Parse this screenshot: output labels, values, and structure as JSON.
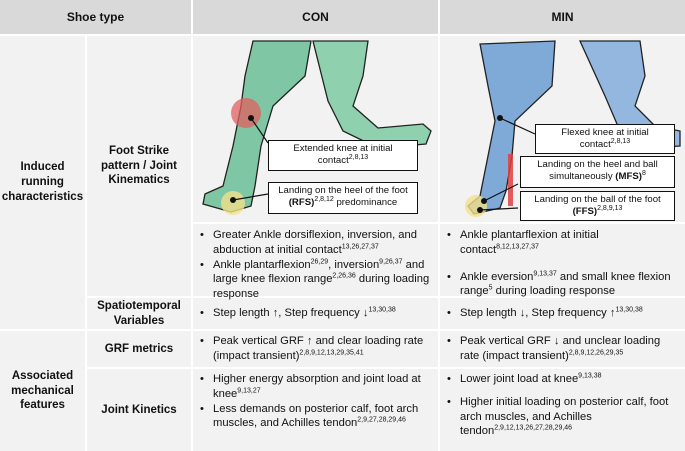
{
  "header": {
    "col1": "Shoe type",
    "col2": "CON",
    "col3": "MIN"
  },
  "sections": {
    "induced": "Induced running characteristics",
    "associated": "Associated mechanical features"
  },
  "rows": {
    "foot_strike": "Foot Strike pattern / Joint Kinematics",
    "spatiotemporal": "Spatiotemporal Variables",
    "grf": "GRF metrics",
    "kinetics": "Joint Kinetics"
  },
  "callouts": {
    "con_knee": {
      "text": "Extended knee at initial contact",
      "refs": "2,8,13"
    },
    "con_heel_a": "Landing on the heel of the foot",
    "con_heel_b": "(RFS)",
    "con_heel_refs": "2,8,12",
    "con_heel_c": " predominance",
    "min_knee": {
      "text": "Flexed knee at initial contact",
      "refs": "2,8,13"
    },
    "min_mfs_a": "Landing on the heel and ball simultaneously",
    "min_mfs_b": "(MFS)",
    "min_mfs_refs": "8",
    "min_ffs_a": "Landing on the ball of the foot",
    "min_ffs_b": "(FFS)",
    "min_ffs_refs": "2,8,9,13"
  },
  "con": {
    "kin1_text": "Greater Ankle dorsiflexion, inversion, and abduction at initial contact",
    "kin1_refs": "13,26,27,37",
    "kin2_a": "Ankle plantarflexion",
    "kin2_r1": "26,29",
    "kin2_b": ", inversion",
    "kin2_r2": "9,26,37",
    "kin2_c": " and large knee flexion range",
    "kin2_r3": "2,26,36",
    "kin2_d": " during loading response",
    "spatio_text": "Step length ↑, Step frequency ↓",
    "spatio_refs": "13,30,38",
    "grf_text": "Peak vertical GRF ↑ and clear loading rate (impact transient)",
    "grf_refs": "2,8,9,12,13,29,35,41",
    "kinetics1_text": "Higher energy absorption and joint load at knee",
    "kinetics1_refs": "9,13,27",
    "kinetics2_text": "Less demands on posterior calf, foot arch muscles, and Achilles tendon",
    "kinetics2_refs": "2,9,27,28,29,46"
  },
  "min": {
    "kin1_text": "Ankle plantarflexion at initial contact",
    "kin1_refs": "8,12,13,27,37",
    "kin2_a": "Ankle eversion",
    "kin2_r1": "9,13,37",
    "kin2_b": " and small knee flexion range",
    "kin2_r2": "5",
    "kin2_c": " during loading response",
    "spatio_text": "Step length ↓, Step frequency ↑",
    "spatio_refs": "13,30,38",
    "grf_text": "Peak vertical GRF ↓ and unclear loading rate (impact transient)",
    "grf_refs": "2,8,9,12,26,29,35",
    "kinetics1_text": "Lower joint load at knee",
    "kinetics1_refs": "9,13,38",
    "kinetics2_text": "Higher initial loading on posterior calf, foot arch muscles, and Achilles tendon",
    "kinetics2_refs": "2,9,12,13,26,27,28,29,46"
  },
  "colors": {
    "header_bg": "#d9d9d9",
    "cell_bg": "#f2f2f2",
    "con_leg": "#7fc7a4",
    "min_leg": "#7fa9d6"
  }
}
